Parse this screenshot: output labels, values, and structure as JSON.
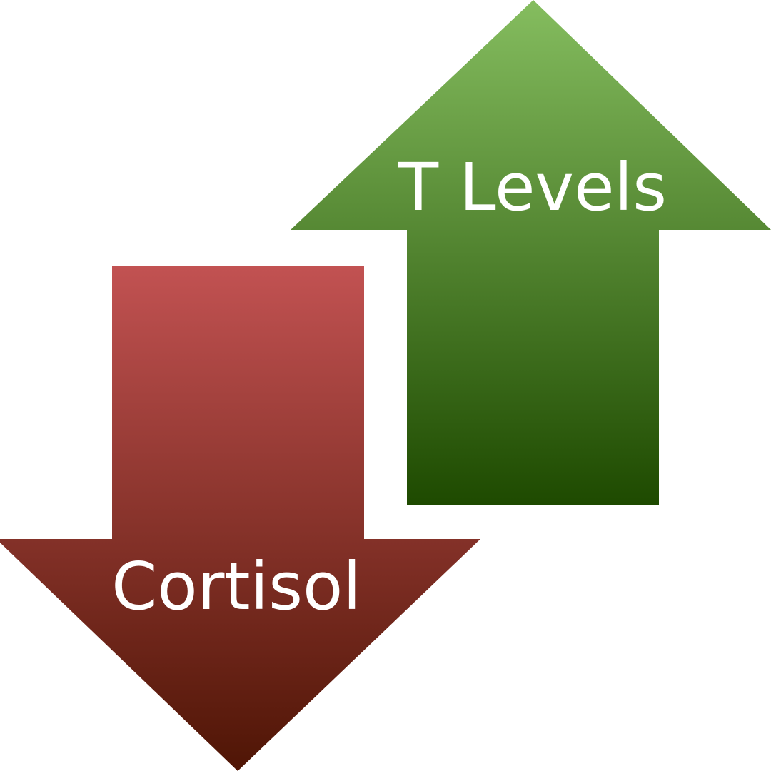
{
  "arrows": {
    "up": {
      "direction": "up",
      "label": "T Levels",
      "gradient_top": "#85bd5f",
      "gradient_bottom": "#1e4a00"
    },
    "down": {
      "direction": "down",
      "label": "Cortisol",
      "gradient_top": "#c25252",
      "gradient_bottom": "#4f1505"
    }
  },
  "background": "#ffffff"
}
